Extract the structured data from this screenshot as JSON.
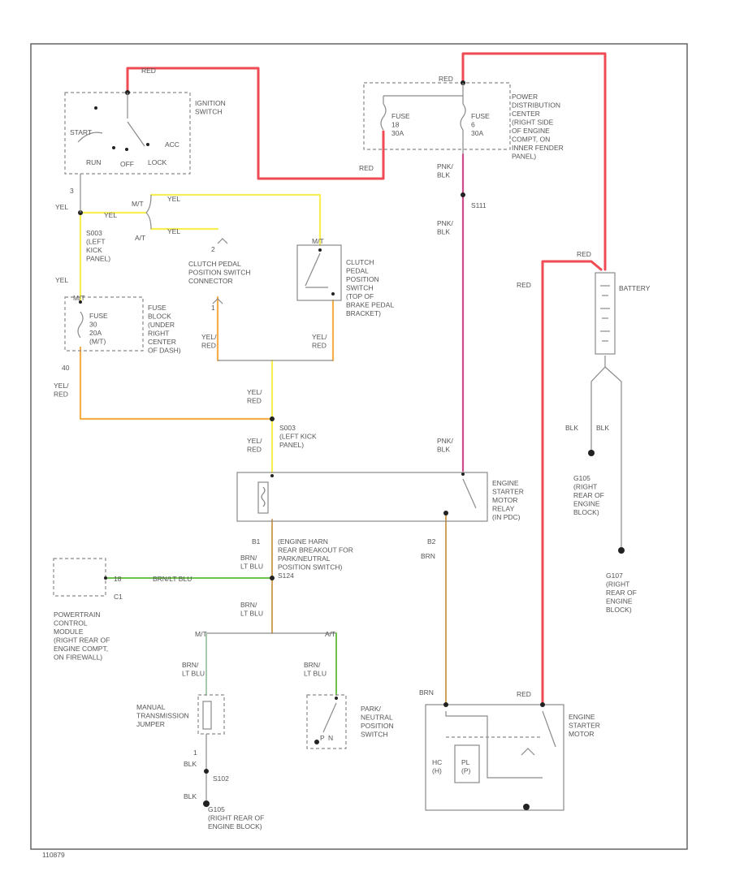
{
  "wire_colors": {
    "red": "#ef4b55",
    "yel": "#f6ee52",
    "yel_red": "#f4ae4a",
    "pnk_blk": "#d14b8c",
    "brn": "#cfa35c",
    "brn_lt_blu": "#a8c9ad",
    "lt_grn": "#6cc24a",
    "blk": "#555555"
  },
  "labels": {
    "ignition_switch": [
      "IGNITION",
      "SWITCH"
    ],
    "start": "START",
    "acc": "ACC",
    "run": "RUN",
    "off": "OFF",
    "lock": "LOCK",
    "red_top": "RED",
    "red_mid": "RED",
    "red_pdc": "RED",
    "pdc_fuse_left": [
      "FUSE",
      "18",
      "30A"
    ],
    "pdc_fuse_right": [
      "FUSE",
      "6",
      "30A"
    ],
    "pdc": [
      "POWER",
      "DISTRIBUTION",
      "CENTER",
      "(RIGHT SIDE",
      "OF ENGINE",
      "COMPT, ON",
      "INNER FENDER",
      "PANEL)"
    ],
    "pnk_blk_1": [
      "PNK/",
      "BLK"
    ],
    "s111": "S111",
    "pnk_blk_2": [
      "PNK/",
      "BLK"
    ],
    "pnk_blk_3": [
      "PNK/",
      "BLK"
    ],
    "red_batt_top": "RED",
    "red_batt_left": "RED",
    "battery": "BATTERY",
    "blk_left": "BLK",
    "blk_right": "BLK",
    "g105": [
      "G105",
      "(RIGHT",
      "REAR OF",
      "ENGINE",
      "BLOCK)"
    ],
    "g107": [
      "G107",
      "(RIGHT",
      "REAR OF",
      "ENGINE",
      "BLOCK)"
    ],
    "pin_3": "3",
    "yel_1": "YEL",
    "yel_2": "YEL",
    "yel_3": "YEL",
    "yel_4": "YEL",
    "m_t_1": "M/T",
    "a_t_1": "A/T",
    "s003": [
      "S003",
      "(LEFT",
      "KICK",
      "PANEL)"
    ],
    "cpps_connector": [
      "CLUTCH PEDAL",
      "POSITION SWITCH",
      "CONNECTOR"
    ],
    "pin_2": "2",
    "pin_1": "1",
    "cpps": [
      "CLUTCH",
      "PEDAL",
      "POSITION",
      "SWITCH",
      "(TOP OF",
      "BRAKE PEDAL",
      "BRACKET)"
    ],
    "m_t_2": "M/T",
    "fuse_block": [
      "FUSE",
      "BLOCK",
      "(UNDER",
      "RIGHT",
      "CENTER",
      "OF DASH)"
    ],
    "fuse_inner": [
      "FUSE",
      "30",
      "20A",
      "(M/T)"
    ],
    "pin_40": "40",
    "yel_red_1": [
      "YEL/",
      "RED"
    ],
    "yel_red_2": [
      "YEL/",
      "RED"
    ],
    "yel_red_3": [
      "YEL/",
      "RED"
    ],
    "yel_red_4": [
      "YEL/",
      "RED"
    ],
    "yel_red_5": [
      "YEL/",
      "RED"
    ],
    "m_t_3": "M/T",
    "s003_2": [
      "S003",
      "(LEFT KICK",
      "PANEL)"
    ],
    "esm_relay": [
      "ENGINE",
      "STARTER",
      "MOTOR",
      "RELAY",
      "(IN PDC)"
    ],
    "b1": "B1",
    "b2": "B2",
    "harness": [
      "(ENGINE HARN",
      "REAR BREAKOUT FOR",
      "PARK/NEUTRAL",
      "POSITION SWITCH)",
      "S124"
    ],
    "brn_lt_blu_1": [
      "BRN/",
      "LT BLU"
    ],
    "brn_lt_blu_2": [
      "BRN/",
      "LT BLU"
    ],
    "brn_lt_blu_3": [
      "BRN/",
      "LT BLU"
    ],
    "brn_lt_blu_4": [
      "BRN/",
      "LT BLU"
    ],
    "brn_1": "BRN",
    "brn_2": "BRN",
    "pin_18": "18",
    "brn_lt_blu_short": "BRN/LT BLU",
    "c1": "C1",
    "pcm": [
      "POWERTRAIN",
      "CONTROL",
      "MODULE",
      "(RIGHT REAR OF",
      "ENGINE COMPT,",
      "ON FIREWALL)"
    ],
    "m_t_4": "M/T",
    "a_t_2": "A/T",
    "mt_jumper": [
      "MANUAL",
      "TRANSMISSION",
      "JUMPER"
    ],
    "pnp_switch": [
      "PARK/",
      "NEUTRAL",
      "POSITION",
      "SWITCH"
    ],
    "park": "P",
    "n_label": "N",
    "pin_1b": "1",
    "blk_3": "BLK",
    "s102": "S102",
    "blk_4": "BLK",
    "g105_bottom": [
      "G105",
      "(RIGHT REAR OF",
      "ENGINE BLOCK)"
    ],
    "red_motor": "RED",
    "esm": [
      "ENGINE",
      "STARTER",
      "MOTOR"
    ],
    "hc": [
      "HC",
      "(H)"
    ],
    "pl": [
      "PL",
      "(P)"
    ],
    "footer": "110879"
  }
}
